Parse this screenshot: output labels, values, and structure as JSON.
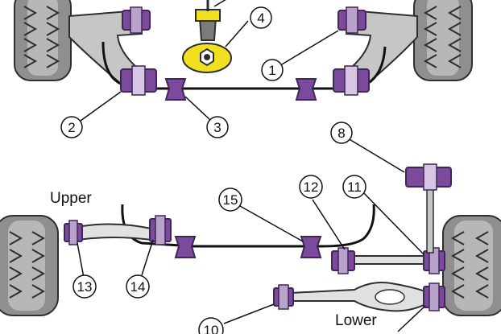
{
  "colors": {
    "bush_purple": "#7b4a9c",
    "bush_purple_dark": "#3f2756",
    "bracket_grey": "#c6c6c6",
    "bracket_grey_light": "#e9e9e9",
    "tyre": "#8f8f8f",
    "tyre_dark": "#2e2e2e",
    "tyre_highlight": "#d2d2d2",
    "washer_yellow": "#f0e020",
    "line": "#111111"
  },
  "callouts": {
    "c1": "1",
    "c2": "2",
    "c3": "3",
    "c4": "4",
    "c8": "8",
    "c10": "10",
    "c11": "11",
    "c12": "12",
    "c13": "13",
    "c14": "14",
    "c15": "15"
  },
  "labels": {
    "upper": "Upper",
    "lower": "Lower"
  },
  "icons": {
    "tyre": "tyre-icon",
    "bush": "polyurethane-bush-icon",
    "nut": "hex-nut-icon"
  }
}
